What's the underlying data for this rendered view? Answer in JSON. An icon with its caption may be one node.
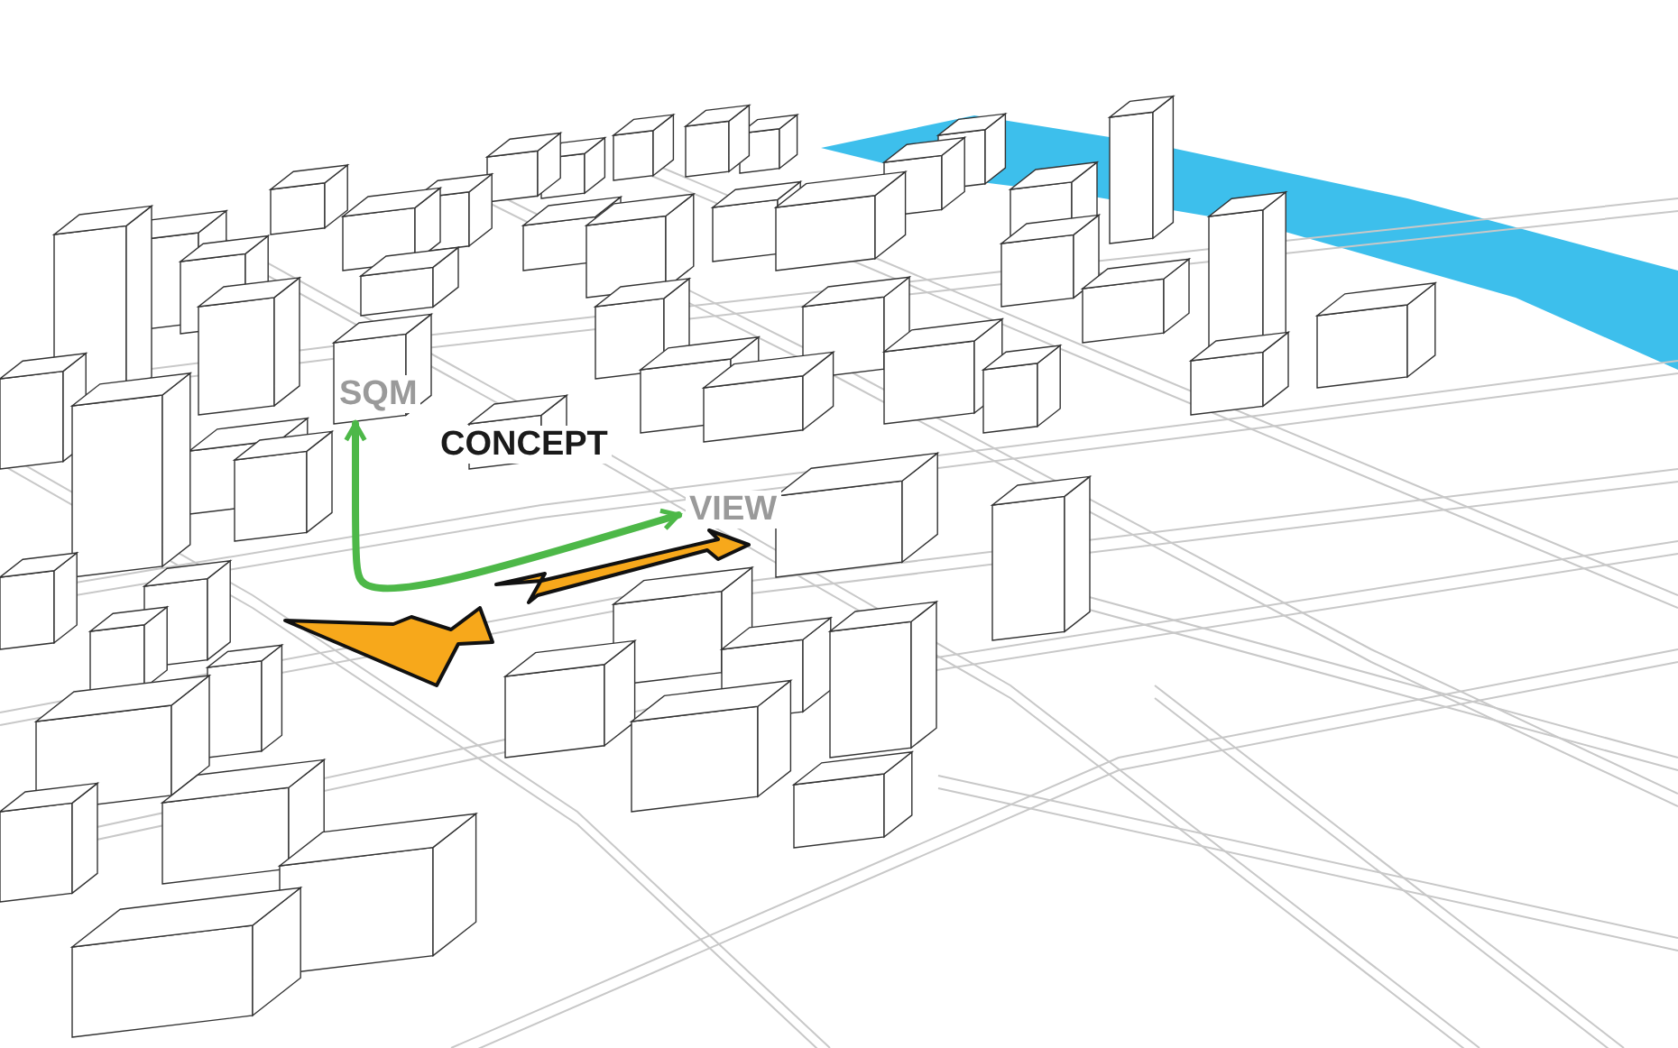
{
  "diagram": {
    "nodes": [
      {
        "text": [
          "SQM"
        ]
      },
      {
        "text": [
          "CONCEPT"
        ]
      },
      {
        "text": [
          "VIEW"
        ]
      }
    ],
    "edges": [
      {
        "from": 0,
        "to": 2,
        "arrow": "both",
        "color": "#4db848"
      }
    ]
  }
}
